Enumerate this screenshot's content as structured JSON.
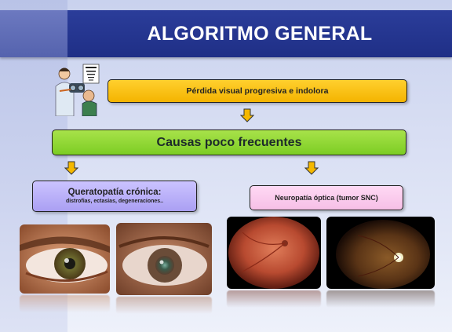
{
  "title": "ALGORITMO GENERAL",
  "boxes": {
    "top": "Pérdida visual progresiva e indolora",
    "middle": "Causas poco frecuentes",
    "left_title": "Queratopatía crónica:",
    "left_sub": "distrofias, ectasias, degeneraciones..",
    "right": "Neuropatía óptica (tumor SNC)"
  },
  "colors": {
    "title_bar": "#1f2f86",
    "top_box": "#f4b400",
    "middle_box": "#7ccd23",
    "left_box": "#aa9ff3",
    "right_box": "#f6bfe6",
    "arrow": "#f5b800"
  },
  "images": [
    {
      "name": "eye-clinic-clipart",
      "depicts": "doctor examining patient with phoropter and eye chart"
    },
    {
      "name": "corneal-eye-photo-1",
      "depicts": "close-up of eye with corneal opacity"
    },
    {
      "name": "corneal-eye-photo-2",
      "depicts": "close-up of eye with central corneal lesion"
    },
    {
      "name": "fundus-photo-1",
      "depicts": "retinal fundus image"
    },
    {
      "name": "fundus-photo-2",
      "depicts": "retinal fundus image with pale optic disc"
    }
  ]
}
